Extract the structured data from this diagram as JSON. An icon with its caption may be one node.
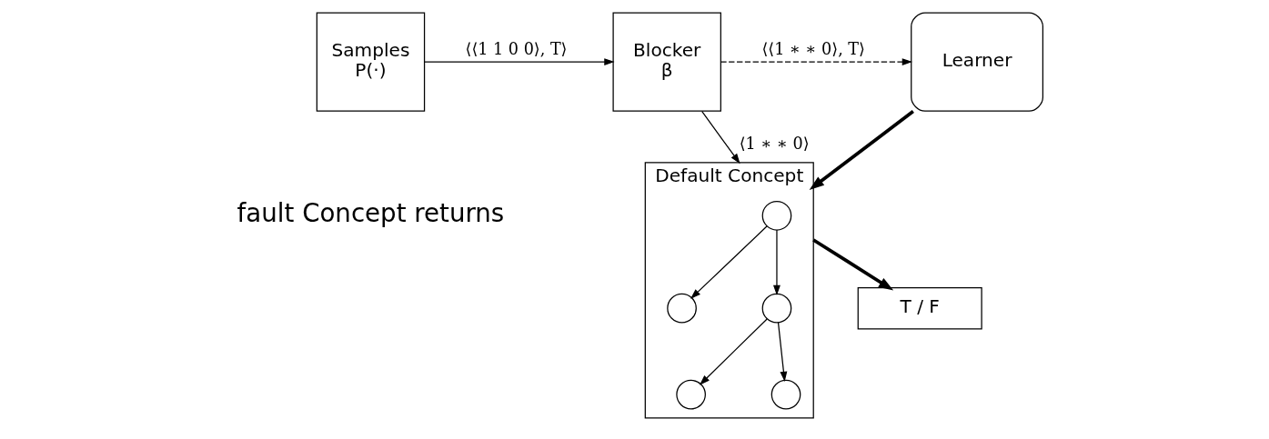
{
  "diagram": {
    "nodes": [
      {
        "text": [
          "Samples",
          "P(·)"
        ]
      },
      {
        "text": [
          "Blocker",
          "β"
        ]
      },
      {
        "text": [
          "Learner"
        ]
      },
      {
        "text": [
          "Default Concept"
        ]
      },
      {
        "text": [],
        "shape": "circle",
        "in": 3
      },
      {
        "text": [],
        "shape": "circle",
        "in": 3
      },
      {
        "text": [],
        "shape": "circle",
        "in": 3
      },
      {
        "text": [],
        "shape": "circle",
        "in": 3
      },
      {
        "text": [],
        "shape": "circle",
        "in": 3
      },
      {
        "text": [
          "T / F"
        ]
      }
    ],
    "edges": [
      {
        "from": 0,
        "to": 1,
        "arrow": "to",
        "label": "⟨⟨1 1 0 0⟩, T⟩"
      },
      {
        "from": 1,
        "to": 2,
        "arrow": "to",
        "label": "⟨⟨1 ∗ ∗ 0⟩, T⟩",
        "style": "dashed"
      },
      {
        "from": 2,
        "to": 3,
        "arrow": "to",
        "style": "thick"
      },
      {
        "from": 1,
        "to": 3,
        "arrow": "to",
        "label": "⟨1 ∗ ∗ 0⟩"
      },
      {
        "from": 4,
        "to": 5,
        "arrow": "to"
      },
      {
        "from": 4,
        "to": 6,
        "arrow": "to"
      },
      {
        "from": 6,
        "to": 7,
        "arrow": "to"
      },
      {
        "from": 6,
        "to": 8,
        "arrow": "to"
      },
      {
        "from": 3,
        "to": 9,
        "arrow": "to",
        "style": "thick"
      }
    ],
    "labels": [
      "fault Concept returns"
    ]
  }
}
